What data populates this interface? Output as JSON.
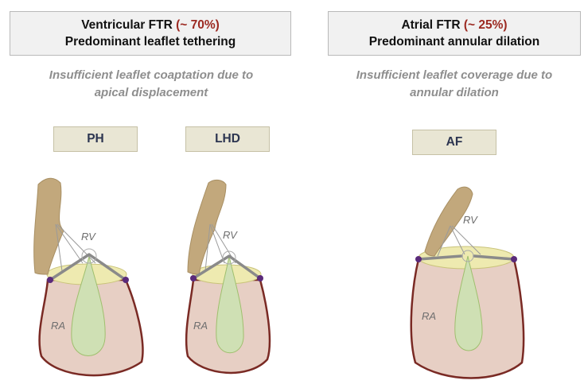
{
  "left_header": {
    "title_prefix": "Ventricular FTR ",
    "title_pct": "(~ 70%)",
    "subtitle": "Predominant leaflet tethering"
  },
  "right_header": {
    "title_prefix": "Atrial FTR ",
    "title_pct": "(~ 25%)",
    "subtitle": "Predominant annular dilation"
  },
  "left_caption": {
    "line1": "Insufficient leaflet coaptation due to",
    "line2": "apical displacement"
  },
  "right_caption": {
    "line1": "Insufficient leaflet coverage due to",
    "line2": "annular dilation"
  },
  "tags": {
    "ph": "PH",
    "lhd": "LHD",
    "af": "AF"
  },
  "chamber_labels": {
    "rv": "RV",
    "ra": "RA"
  },
  "colors": {
    "accent_red": "#9c2a22",
    "atrium_fill": "#e7cfc4",
    "atrium_stroke": "#7a2a24",
    "annulus_fill": "#eeeab0",
    "jet_fill": "#cfe0b4",
    "papillary_fill": "#c2a87c",
    "leaflet": "#8a8a8a",
    "hinge_point": "#5a2a7a"
  }
}
